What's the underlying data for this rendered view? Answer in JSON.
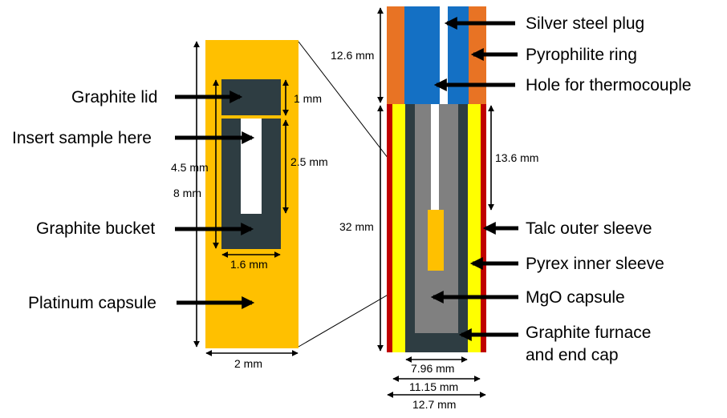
{
  "colors": {
    "platinum": "#FFC000",
    "graphite": "#2E3D42",
    "pyrophilite": "#E87324",
    "silver_steel": "#1470C4",
    "talc": "#C00000",
    "pyrex": "#FFFF00",
    "mgo": "#808080",
    "sample": "#FFC000"
  },
  "left": {
    "labels": {
      "graphite_lid": "Graphite lid",
      "insert_sample": "Insert sample here",
      "graphite_bucket": "Graphite bucket",
      "platinum_capsule": "Platinum capsule"
    },
    "dims": {
      "lid": "1 mm",
      "hole": "2.5 mm",
      "inner_height": "4.5 mm",
      "outer_height": "8 mm",
      "inner_width": "1.6 mm",
      "outer_width": "2 mm"
    }
  },
  "right": {
    "labels": {
      "silver_steel_plug": "Silver steel plug",
      "pyrophilite_ring": "Pyrophilite ring",
      "hole_thermocouple": "Hole for thermocouple",
      "talc_outer_sleeve": "Talc outer sleeve",
      "pyrex_inner_sleeve": "Pyrex inner sleeve",
      "mgo_capsule": "MgO capsule",
      "graphite_furnace_1": "Graphite furnace",
      "graphite_furnace_2": "and end cap"
    },
    "dims": {
      "plug_height": "12.6 mm",
      "mgo_height": "13.6 mm",
      "total_height": "32 mm",
      "d1": "7.96 mm",
      "d2": "11.15 mm",
      "d3": "12.7 mm"
    }
  }
}
